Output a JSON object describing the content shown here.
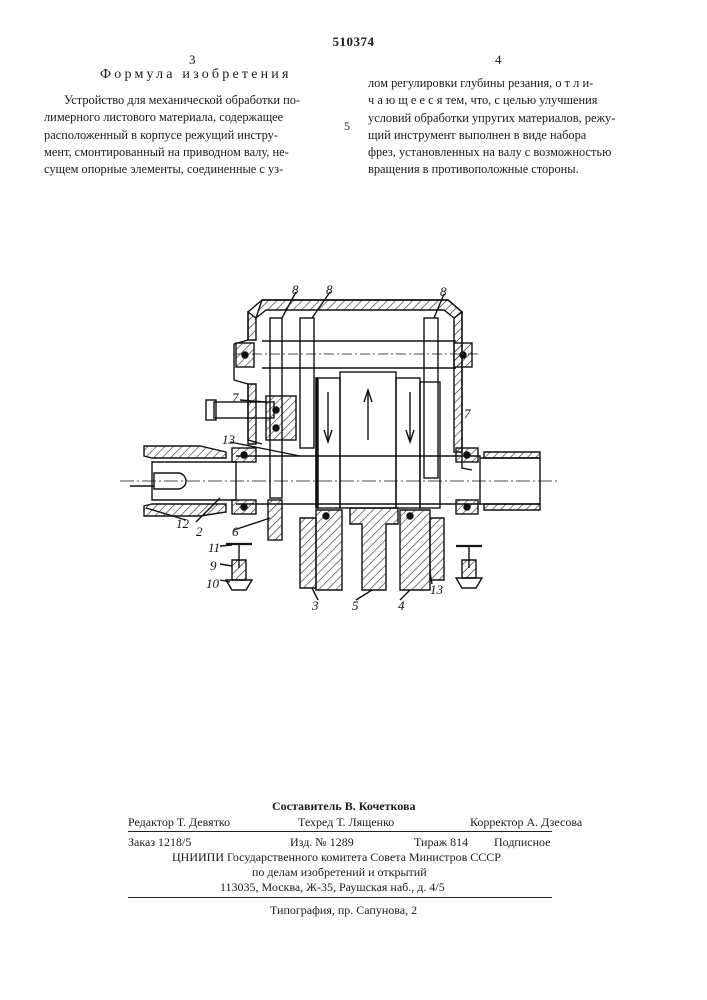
{
  "header": {
    "patent_number": "510374",
    "col_left": "3",
    "col_right": "4",
    "line_mark": "5"
  },
  "claims": {
    "title": "Формула изобретения",
    "left_lines": [
      "Устройство для механической обработки по-",
      "лимерного листового материала, содержащее",
      "расположенный в корпусе режущий инстру-",
      "мент, смонтированный на приводном валу, не-",
      "сущем опорные элементы, соединенные с уз-"
    ],
    "right_lines": [
      "лом регулировки глубины резания, о т л и-",
      "ч а ю щ е е с я  тем, что, с целью улучшения",
      "условий обработки упругих материалов, режу-",
      "щий инструмент выполнен в виде набора",
      "фрез, установленных на валу с возможностью",
      "вращения в противоположные стороны."
    ]
  },
  "drawing": {
    "labels": [
      "8",
      "8",
      "8",
      "7",
      "7",
      "13",
      "2",
      "12",
      "6",
      "11",
      "9",
      "10",
      "3",
      "5",
      "4",
      "13"
    ]
  },
  "footer": {
    "compiler": "Составитель В. Кочеткова",
    "editor": "Редактор Т. Девятко",
    "techred": "Техред Т. Лященко",
    "corrector": "Корректор А. Дзесова",
    "order": "Заказ  1218/5",
    "edition": "Изд. № 1289",
    "tirazh": "Тираж 814",
    "subscription": "Подписное",
    "org1": "ЦНИИПИ Государственного комитета Совета Министров СССР",
    "org2": "по делам изобретений и открытий",
    "address": "113035, Москва, Ж-35, Раушская наб., д. 4/5",
    "printer": "Типография, пр. Сапунова, 2"
  }
}
